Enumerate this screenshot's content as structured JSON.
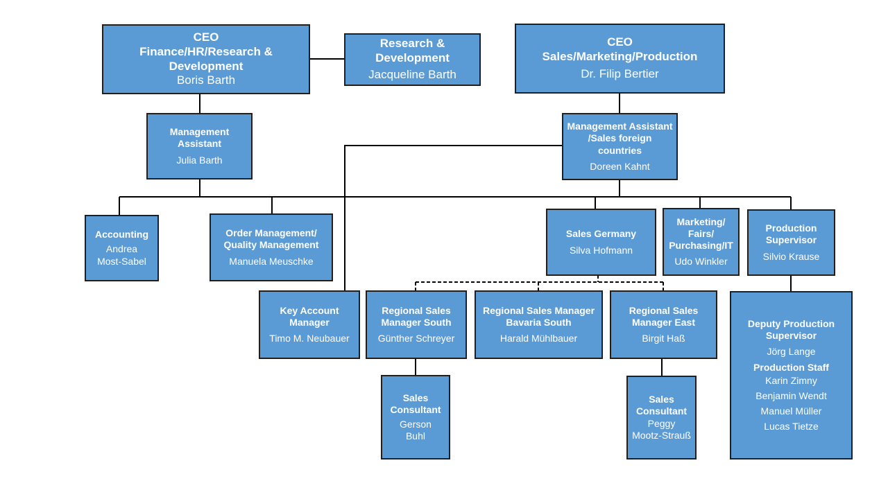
{
  "boxes": {
    "ceo_left": {
      "title": "CEO\nFinance/HR/Research &\nDevelopment",
      "name": "Boris Barth"
    },
    "research": {
      "title": "Research &\nDevelopment",
      "name": "Jacqueline Barth"
    },
    "ceo_right": {
      "title": "CEO\nSales/Marketing/Production",
      "name": "Dr. Filip Bertier"
    },
    "mgmt_assistant_left": {
      "title": "Management\nAssistant",
      "name": "Julia Barth"
    },
    "mgmt_assistant_right": {
      "title": "Management Assistant\n/Sales foreign\ncountries",
      "name": "Doreen Kahnt"
    },
    "accounting": {
      "title": "Accounting",
      "name": "Andrea\nMost-Sabel"
    },
    "order_mgmt": {
      "title": "Order Management/\nQuality Management",
      "name": "Manuela Meuschke"
    },
    "sales_germany": {
      "title": "Sales Germany",
      "name": "Silva Hofmann"
    },
    "marketing": {
      "title": "Marketing/\nFairs/\nPurchasing/IT",
      "name": "Udo Winkler"
    },
    "production_supervisor": {
      "title": "Production\nSupervisor",
      "name": "Silvio Krause"
    },
    "key_account": {
      "title": "Key Account\nManager",
      "name": "Timo M. Neubauer"
    },
    "regional_south": {
      "title": "Regional Sales\nManager South",
      "name": "Günther Schreyer"
    },
    "regional_bavaria": {
      "title": "Regional Sales Manager\nBavaria South",
      "name": "Harald Mühlbauer"
    },
    "regional_east": {
      "title": "Regional Sales\nManager East",
      "name": "Birgit Haß"
    },
    "deputy_production": {
      "title": "Deputy Production\nSupervisor",
      "name": "Jörg Lange",
      "staff_title": "Production Staff",
      "staff": [
        "Karin Zimny",
        "Benjamin Wendt",
        "Manuel Müller",
        "Lucas Tietze"
      ]
    },
    "sales_consultant_left": {
      "title": "Sales\nConsultant",
      "name": "Gerson\nBuhl"
    },
    "sales_consultant_right": {
      "title": "Sales\nConsultant",
      "name": "Peggy\nMootz-Strauß"
    }
  }
}
